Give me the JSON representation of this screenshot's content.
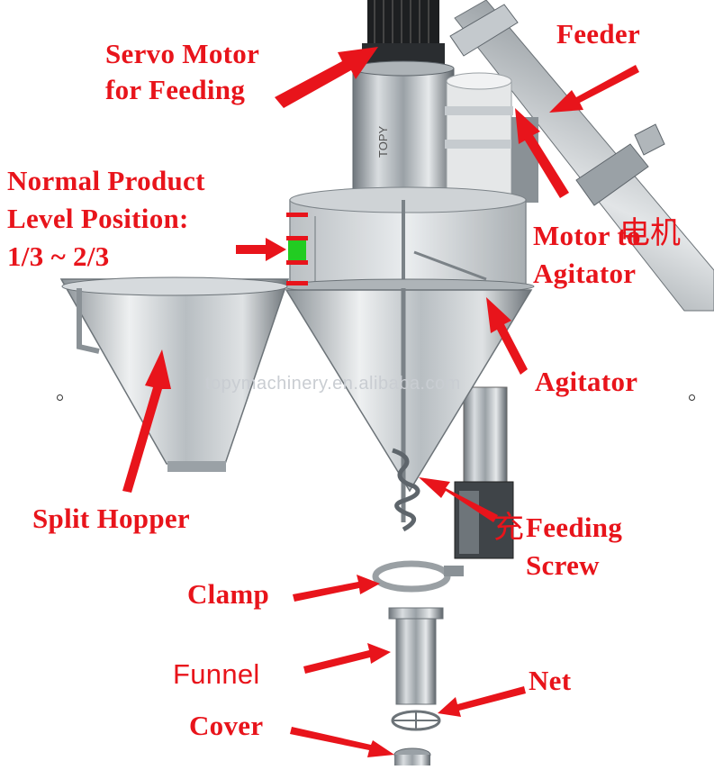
{
  "labels": {
    "servo_motor": [
      "Servo Motor",
      "for Feeding"
    ],
    "feeder": "Feeder",
    "normal_level": [
      "Normal Product",
      "Level Position:",
      "1/3 ~ 2/3"
    ],
    "motor_agitator": [
      "Motor to",
      "Agitator"
    ],
    "agitator": "Agitator",
    "split_hopper": "Split Hopper",
    "feeding_screw": [
      "Feeding",
      "Screw"
    ],
    "clamp": "Clamp",
    "funnel": "Funnel",
    "net": "Net",
    "cover": "Cover"
  },
  "chinese_text": [
    "电机",
    "充"
  ],
  "watermark": "topymachinery.en.alibaba.com",
  "colors": {
    "label": "#e8141b",
    "arrow": "#e8141b",
    "level_indicator": "#22cc22"
  }
}
